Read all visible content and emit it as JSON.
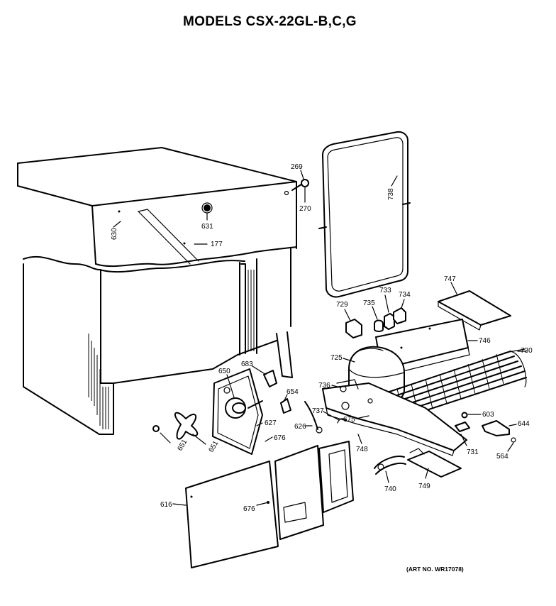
{
  "title": "MODELS CSX-22GL-B,C,G",
  "art_number": "(ART NO. WR17078)",
  "parts": [
    {
      "id": "p269",
      "label": "269"
    },
    {
      "id": "p270",
      "label": "270"
    },
    {
      "id": "p738",
      "label": "738"
    },
    {
      "id": "p630",
      "label": "630"
    },
    {
      "id": "p631",
      "label": "631"
    },
    {
      "id": "p177",
      "label": "177"
    },
    {
      "id": "p747",
      "label": "747"
    },
    {
      "id": "p733",
      "label": "733"
    },
    {
      "id": "p734",
      "label": "734"
    },
    {
      "id": "p729",
      "label": "729"
    },
    {
      "id": "p735",
      "label": "735"
    },
    {
      "id": "p746",
      "label": "746"
    },
    {
      "id": "p725",
      "label": "725"
    },
    {
      "id": "p730",
      "label": "730"
    },
    {
      "id": "p650",
      "label": "650"
    },
    {
      "id": "p683",
      "label": "683"
    },
    {
      "id": "p736",
      "label": "736"
    },
    {
      "id": "p654",
      "label": "654"
    },
    {
      "id": "p737",
      "label": "737"
    },
    {
      "id": "p675",
      "label": "675"
    },
    {
      "id": "p627",
      "label": "627"
    },
    {
      "id": "p626",
      "label": "626"
    },
    {
      "id": "p603",
      "label": "603"
    },
    {
      "id": "p644",
      "label": "644"
    },
    {
      "id": "p676a",
      "label": "676"
    },
    {
      "id": "p748",
      "label": "748"
    },
    {
      "id": "p731",
      "label": "731"
    },
    {
      "id": "p564",
      "label": "564"
    },
    {
      "id": "p651a",
      "label": "651"
    },
    {
      "id": "p651b",
      "label": "651"
    },
    {
      "id": "p616",
      "label": "616"
    },
    {
      "id": "p676b",
      "label": "676"
    },
    {
      "id": "p740",
      "label": "740"
    },
    {
      "id": "p749",
      "label": "749"
    }
  ]
}
